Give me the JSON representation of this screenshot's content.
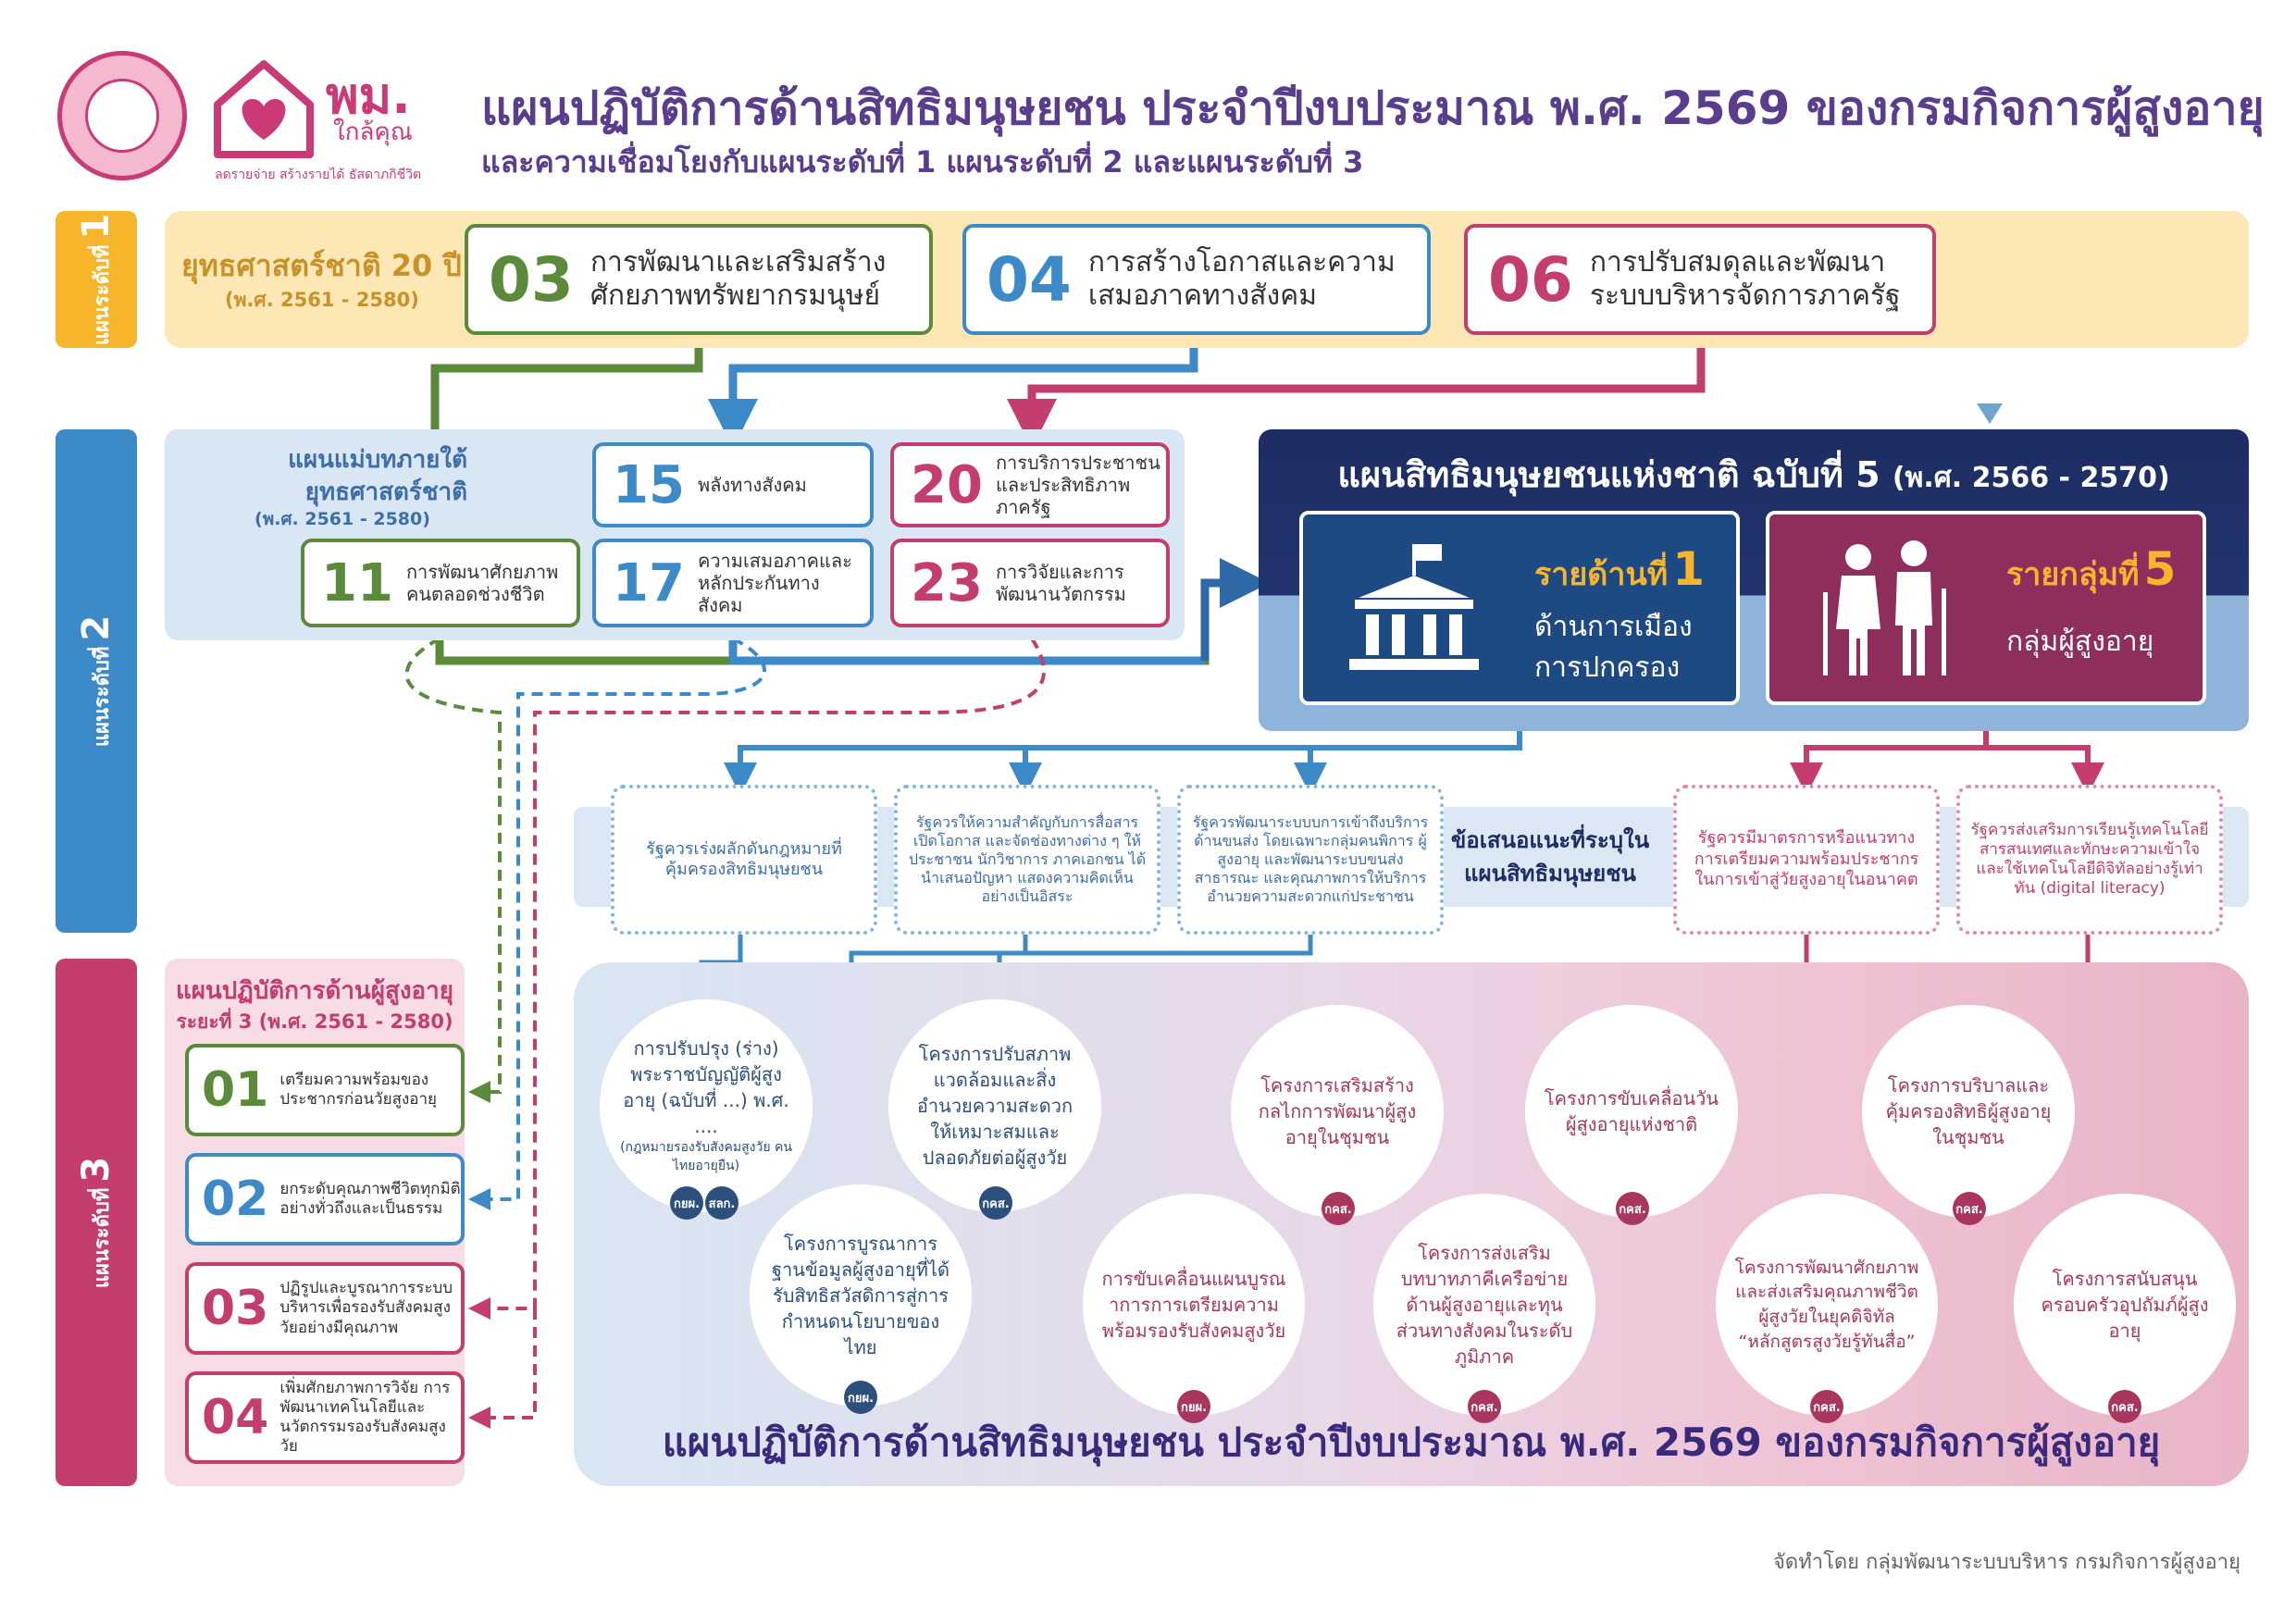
{
  "header": {
    "title": "แผนปฏิบัติการด้านสิทธิมนุษยชน ประจำปีงบประมาณ พ.ศ. 2569 ของกรมกิจการผู้สูงอายุ",
    "subtitle": "และความเชื่อมโยงกับแผนระดับที่ 1 แผนระดับที่ 2 และแผนระดับที่ 3",
    "logo_name": "พม.",
    "logo_sub": "ใกล้คุณ",
    "logo_tagline": "ลดรายจ่าย สร้างรายได้ ธัสดาภกิชีวิต"
  },
  "levels": {
    "l1_label": "แผนระดับที่",
    "l1_num": "1",
    "l2_label": "แผนระดับที่",
    "l2_num": "2",
    "l3_label": "แผนระดับที่",
    "l3_num": "3"
  },
  "strategy": {
    "title": "ยุทธศาสตร์ชาติ 20 ปี",
    "sub": "(พ.ศ. 2561 - 2580)",
    "items": [
      {
        "num": "03",
        "text": "การพัฒนาและเสริมสร้างศักยภาพทรัพยากรมนุษย์"
      },
      {
        "num": "04",
        "text": "การสร้างโอกาสและความเสมอภาคทางสังคม"
      },
      {
        "num": "06",
        "text": "การปรับสมดุลและพัฒนาระบบบริหารจัดการภาครัฐ"
      }
    ]
  },
  "masterplan": {
    "title": "แผนแม่บทภายใต้ยุทธศาสตร์ชาติ",
    "sub": "(พ.ศ. 2561 - 2580)",
    "items": [
      {
        "num": "11",
        "text": "การพัฒนาศักยภาพคนตลอดช่วงชีวิต"
      },
      {
        "num": "15",
        "text": "พลังทางสังคม"
      },
      {
        "num": "17",
        "text": "ความเสมอภาคและหลักประกันทางสังคม"
      },
      {
        "num": "20",
        "text": "การบริการประชาชนและประสิทธิภาพภาครัฐ"
      },
      {
        "num": "23",
        "text": "การวิจัยและการพัฒนานวัตกรรม"
      }
    ]
  },
  "national_plan": {
    "title": "แผนสิทธิมนุษยชนแห่งชาติ ฉบับที่ 5",
    "years": "(พ.ศ. 2566 - 2570)",
    "card1_head": "รายด้านที่",
    "card1_num": "1",
    "card1_text": "ด้านการเมืองการปกครอง",
    "card2_head": "รายกลุ่มที่",
    "card2_num": "5",
    "card2_text": "กลุ่มผู้สูงอายุ"
  },
  "recommendations": {
    "label": "ข้อเสนอแนะที่ระบุในแผนสิทธิมนุษยชน",
    "items": [
      "รัฐควรเร่งผลักดันกฎหมายที่คุ้มครองสิทธิมนุษยชน",
      "รัฐควรให้ความสำคัญกับการสื่อสาร เปิดโอกาส และจัดช่องทางต่าง ๆ ให้ประชาชน นักวิชาการ ภาคเอกชน ได้นำเสนอปัญหา แสดงความคิดเห็นอย่างเป็นอิสระ",
      "รัฐควรพัฒนาระบบบการเข้าถึงบริการด้านขนส่ง โดยเฉพาะกลุ่มคนพิการ ผู้สูงอายุ และพัฒนาระบบขนส่งสาธารณะ และคุณภาพการให้บริการ อำนวยความสะดวกแก่ประชาชน",
      "รัฐควรมีมาตรการหรือแนวทางการเตรียมความพร้อมประชากรในการเข้าสู่วัยสูงอายุในอนาคต",
      "รัฐควรส่งเสริมการเรียนรู้เทคโนโลยีสารสนเทศและทักษะความเข้าใจและใช้เทคโนโลยีดิจิทัลอย่างรู้เท่าทัน (digital literacy)"
    ]
  },
  "plan3": {
    "title": "แผนปฏิบัติการด้านผู้สูงอายุ",
    "sub": "ระยะที่ 3 (พ.ศ. 2561 - 2580)",
    "items": [
      {
        "num": "01",
        "text": "เตรียมความพร้อมของประชากรก่อนวัยสูงอายุ"
      },
      {
        "num": "02",
        "text": "ยกระดับคุณภาพชีวิตทุกมิติอย่างทั่วถึงและเป็นธรรม"
      },
      {
        "num": "03",
        "text": "ปฏิรูปและบูรณาการระบบบริหารเพื่อรองรับสังคมสูงวัยอย่างมีคุณภาพ"
      },
      {
        "num": "04",
        "text": "เพิ่มศักยภาพการวิจัย การพัฒนาเทคโนโลยีและนวัตกรรมรองรับสังคมสูงวัย"
      }
    ]
  },
  "projects": [
    {
      "text": "การปรับปรุง (ร่าง) พระราชบัญญัติผู้สูงอายุ (ฉบับที่ ...) พ.ศ. ....",
      "note": "(กฎหมายรองรับสังคมสูงวัย คนไทยอายุยืน)",
      "tags": [
        "กยผ.",
        "สลก."
      ]
    },
    {
      "text": "โครงการปรับสภาพแวดล้อมและสิ่งอำนวยความสะดวกให้เหมาะสมและปลอดภัยต่อผู้สูงวัย",
      "tags": [
        "กคส."
      ]
    },
    {
      "text": "โครงการบูรณาการฐานข้อมูลผู้สูงอายุที่ได้รับสิทธิสวัสดิการสู่การกำหนดนโยบายของไทย",
      "tags": [
        "กยผ."
      ]
    },
    {
      "text": "การขับเคลื่อนแผนบูรณาการการเตรียมความพร้อมรองรับสังคมสูงวัย",
      "tags": [
        "กยผ."
      ]
    },
    {
      "text": "โครงการเสริมสร้างกลไกการพัฒนาผู้สูงอายุในชุมชน",
      "tags": [
        "กคส."
      ]
    },
    {
      "text": "โครงการส่งเสริมบทบาทภาคีเครือข่ายด้านผู้สูงอายุและทุนส่วนทางสังคมในระดับภูมิภาค",
      "tags": [
        "กคส."
      ]
    },
    {
      "text": "โครงการขับเคลื่อนวันผู้สูงอายุแห่งชาติ",
      "tags": [
        "กคส."
      ]
    },
    {
      "text": "โครงการบริบาลและคุ้มครองสิทธิผู้สูงอายุในชุมชน",
      "tags": [
        "กคส."
      ]
    },
    {
      "text": "โครงการพัฒนาศักยภาพและส่งเสริมคุณภาพชีวิตผู้สูงวัยในยุคดิจิทัล “หลักสูตรสูงวัยรู้ทันสื่อ”",
      "tags": [
        "กคส."
      ]
    },
    {
      "text": "โครงการสนับสนุนครอบครัวอุปถัมภ์ผู้สูงอายุ",
      "tags": [
        "กคส."
      ]
    }
  ],
  "bottom_title": "แผนปฏิบัติการด้านสิทธิมนุษยชน ประจำปีงบประมาณ พ.ศ. 2569 ของกรมกิจการผู้สูงอายุ",
  "credit": "จัดทำโดย กลุ่มพัฒนาระบบบริหาร กรมกิจการผู้สูงอายุ",
  "colors": {
    "green": "#5a8a3a",
    "blue": "#3d8ac8",
    "magenta": "#c43d6f",
    "navy": "#1d2d63",
    "gold": "#f7b52b"
  },
  "icons": [
    "government-building-icon",
    "elderly-couple-icon"
  ]
}
